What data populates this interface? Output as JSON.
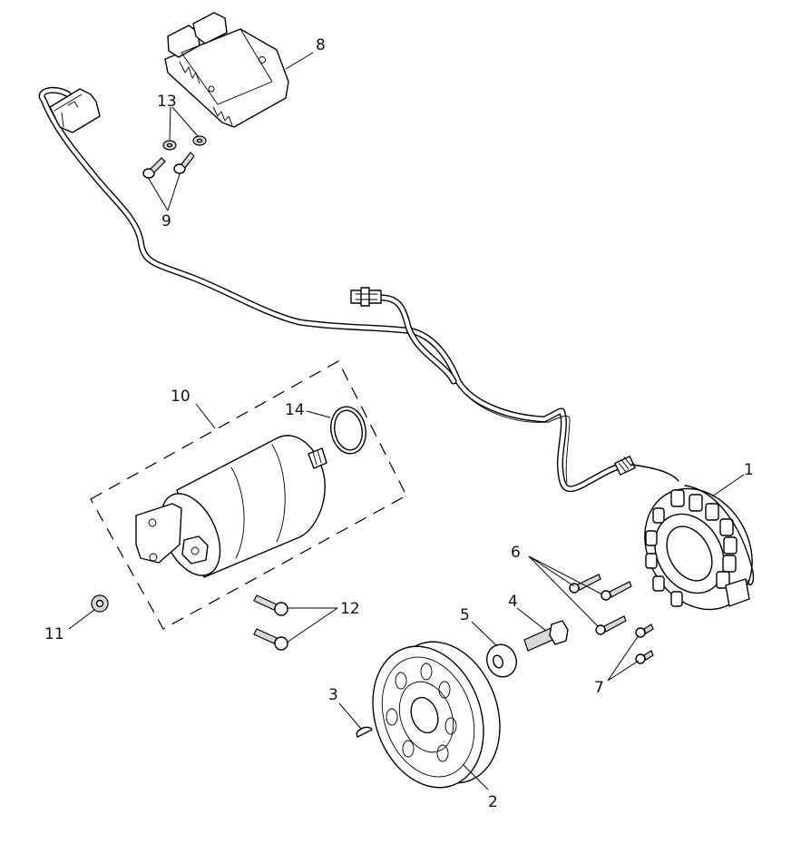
{
  "diagram": {
    "type": "exploded parts view",
    "subject": "starter motor, alternator stator, rotor and regulator/rectifier assembly",
    "line_color": "#000000",
    "background": "#ffffff"
  },
  "callouts": [
    {
      "number": "1",
      "part": "stator"
    },
    {
      "number": "2",
      "part": "rotor / flywheel"
    },
    {
      "number": "3",
      "part": "woodruff key"
    },
    {
      "number": "4",
      "part": "rotor bolt"
    },
    {
      "number": "5",
      "part": "washer"
    },
    {
      "number": "6",
      "part": "stator screws (x3)"
    },
    {
      "number": "7",
      "part": "cable clip screws (x2)"
    },
    {
      "number": "8",
      "part": "regulator / rectifier"
    },
    {
      "number": "9",
      "part": "regulator screws (x2)"
    },
    {
      "number": "10",
      "part": "starter motor assembly"
    },
    {
      "number": "11",
      "part": "nut"
    },
    {
      "number": "12",
      "part": "starter motor bolts (x2)"
    },
    {
      "number": "13",
      "part": "washers (x2)"
    },
    {
      "number": "14",
      "part": "o-ring"
    }
  ]
}
